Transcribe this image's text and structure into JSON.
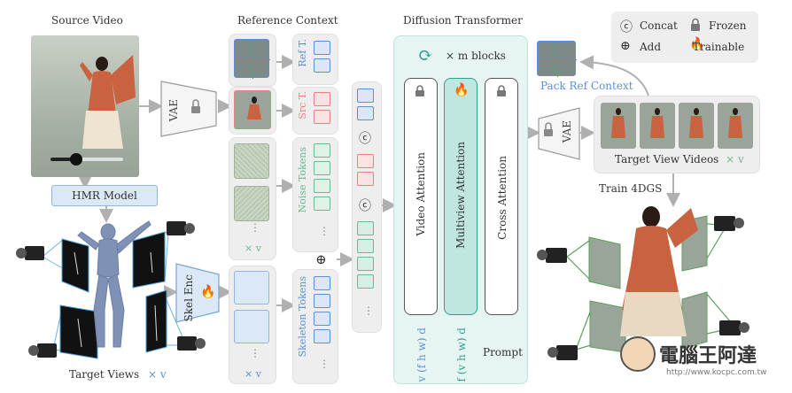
{
  "source": {
    "title": "Source Video",
    "hmr": "HMR Model"
  },
  "target_views": {
    "label": "Target Views",
    "mult": "× v"
  },
  "skel_enc": "Skel Enc",
  "vae": "VAE",
  "reference": {
    "title": "Reference Context",
    "ref_t": "Ref T.",
    "src_t": "Src T.",
    "noise": "Noise Tokens",
    "skeleton": "Skeleton Tokens",
    "mult": "× v"
  },
  "ops": {
    "concat": "ⓒ",
    "add": "⊕"
  },
  "dit": {
    "title": "Diffusion Transformer",
    "blocks": "× m blocks",
    "video_attn": "Video  Attention",
    "multiview_attn": "Multiview  Attention",
    "cross_attn": "Cross Attention",
    "dim_video": "v (f h w) d",
    "dim_multi": "f (v h w) d",
    "prompt": "Prompt"
  },
  "legend": {
    "concat": "Concat",
    "frozen": "Frozen",
    "add": "Add",
    "trainable": "Trainable"
  },
  "pack": "Pack Ref Context",
  "tv_videos": {
    "label": "Target View Videos",
    "mult": "× v"
  },
  "train": "Train 4DGS",
  "watermark": {
    "main": "電腦王阿達",
    "url": "http://www.kocpc.com.tw"
  },
  "colors": {
    "blue": "#5b8fd6",
    "red": "#e88080",
    "green": "#6cb890",
    "teal": "#bfe6df",
    "dark_teal": "#2e9e8e"
  }
}
